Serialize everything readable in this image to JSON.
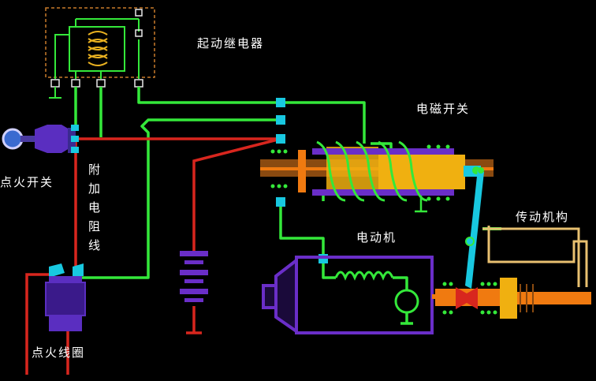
{
  "labels": {
    "relay": "起动继电器",
    "solenoid": "电磁开关",
    "ignition_switch": "点火开关",
    "resistor_line1": "附",
    "resistor_line2": "加",
    "resistor_line3": "电",
    "resistor_line4": "阻",
    "resistor_line5": "线",
    "motor": "电动机",
    "drive": "传动机构",
    "coil": "点火线圈"
  },
  "colors": {
    "background": "#000000",
    "green_wire": "#34e83a",
    "red_wire": "#d8261e",
    "purple": "#6a2ec8",
    "cyan": "#18c8e0",
    "orange": "#f07a10",
    "yellow": "#f0b010",
    "tan": "#e8c070",
    "frame_dash": "#c87a2a"
  }
}
